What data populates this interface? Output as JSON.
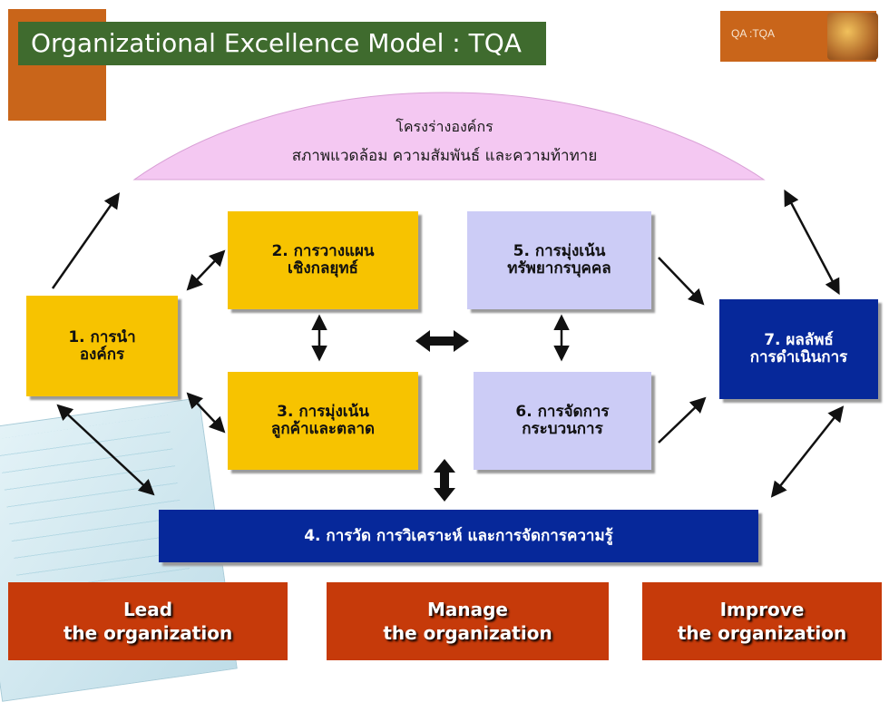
{
  "header": {
    "title": "Organizational Excellence Model : TQA",
    "badge": "QA :TQA"
  },
  "dome": {
    "line1": "โครงร่างองค์กร",
    "line2": "สภาพแวดล้อม ความสัมพันธ์ และความท้าทาย"
  },
  "boxes": {
    "b1": "1. การนำ\nองค์กร",
    "b2": "2. การวางแผน\nเชิงกลยุทธ์",
    "b3": "3. การมุ่งเน้น\nลูกค้าและตลาด",
    "b4": "4. การวัด การวิเคราะห์ และการจัดการความรู้",
    "b5": "5. การมุ่งเน้น\nทรัพยากรบุคคล",
    "b6": "6. การจัดการ\nกระบวนการ",
    "b7": "7. ผลลัพธ์\nการดำเนินการ"
  },
  "footer": {
    "lead": "Lead\nthe organization",
    "manage": "Manage\nthe organization",
    "improve": "Improve\nthe organization"
  },
  "colors": {
    "title_bg": "#3f6b2e",
    "accent_orange": "#c9651a",
    "yellow": "#f7c300",
    "lavender": "#ccccf6",
    "navy": "#06289a",
    "red": "#c63a0a",
    "dome": "#f4c8f2"
  }
}
